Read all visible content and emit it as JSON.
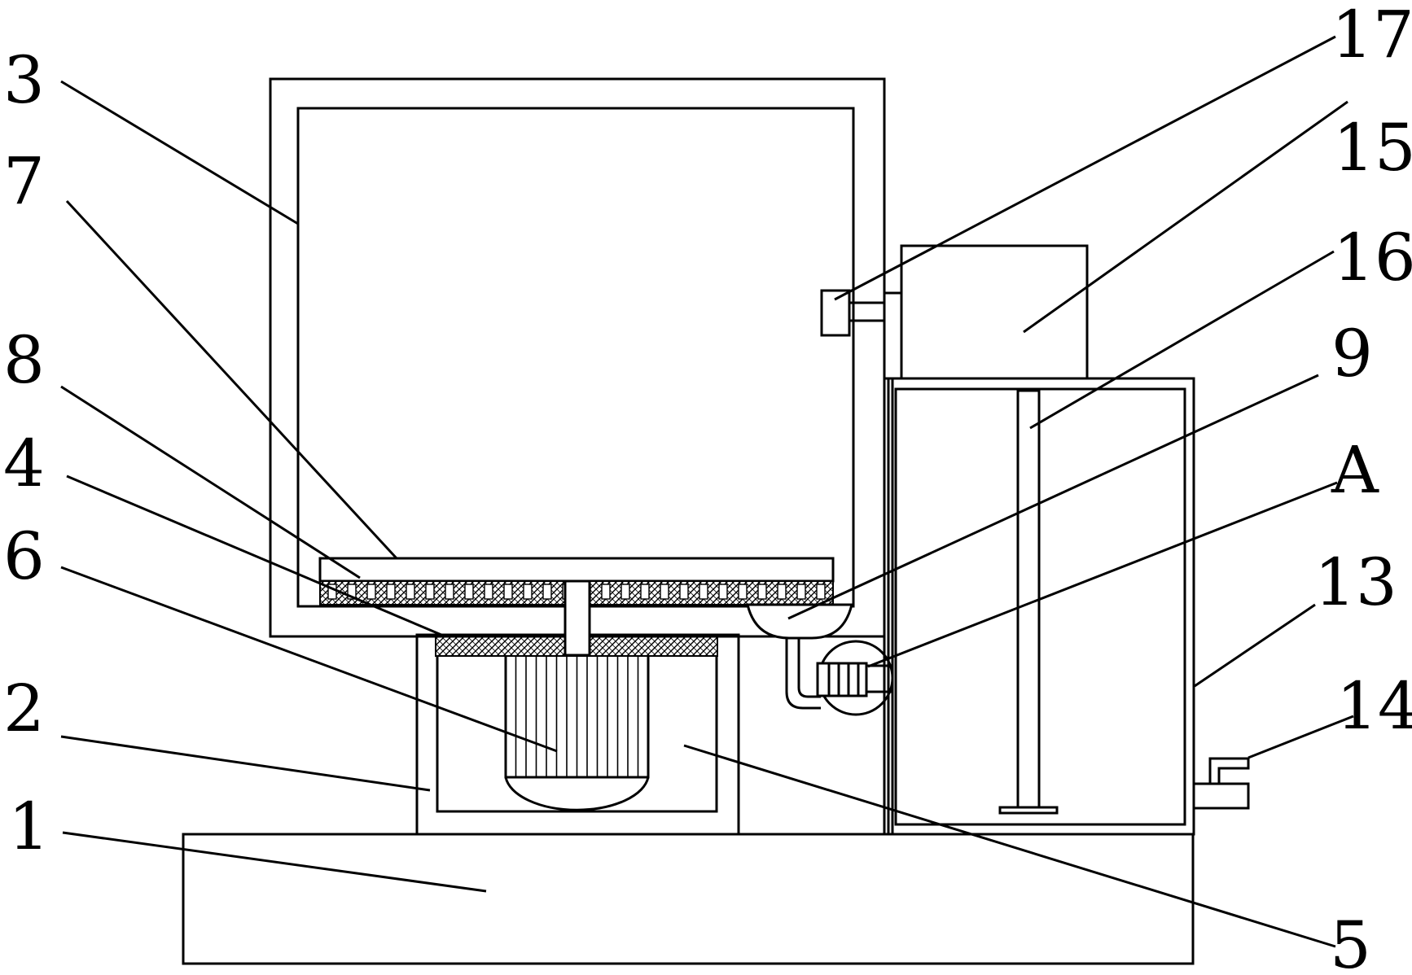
{
  "diagram": {
    "labels": [
      "1",
      "2",
      "3",
      "4",
      "5",
      "6",
      "7",
      "8",
      "9",
      "13",
      "14",
      "15",
      "16",
      "17",
      "A"
    ]
  }
}
